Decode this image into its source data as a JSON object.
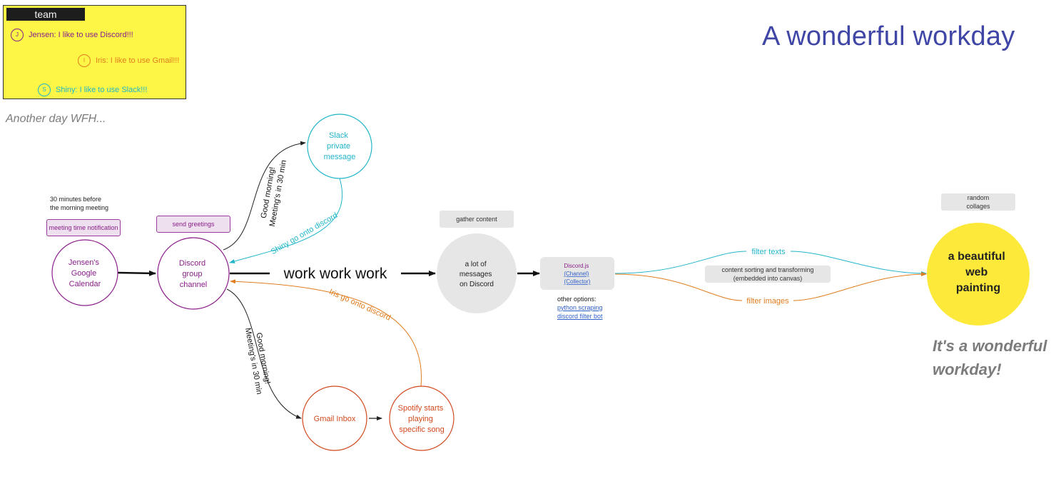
{
  "page": {
    "title": "A wonderful workday"
  },
  "legend": {
    "title": "team",
    "members": [
      {
        "initial": "J",
        "text": "Jensen: I like to use Discord!!!",
        "color": "#8a1f8a"
      },
      {
        "initial": "I",
        "text": "Iris: I like to use Gmail!!!",
        "color": "#e07d1f"
      },
      {
        "initial": "S",
        "text": "Shiny: I like to use Slack!!!",
        "color": "#21b5c9"
      }
    ]
  },
  "captions": {
    "another_day": "Another day WFH...",
    "wonderful_line1": "It's a wonderful",
    "wonderful_line2": "workday!"
  },
  "notes": {
    "before_meeting_line1": "30 minutes before",
    "before_meeting_line2": "the morning meeting",
    "meeting_notification": "meeting time notification",
    "send_greetings": "send greetings",
    "gather_content": "gather content",
    "random_collages_line1": "random",
    "random_collages_line2": "collages",
    "content_sorting_line1": "content sorting and transforming",
    "content_sorting_line2": "(embedded into canvas)",
    "other_options": "other options:",
    "python_scraping": "python scraping",
    "discord_filter_bot": "discord filter bot"
  },
  "nodes": {
    "calendar": [
      "Jensen's",
      "Google",
      "Calendar"
    ],
    "discord": [
      "Discord",
      "group",
      "channel"
    ],
    "slack": [
      "Slack",
      "private",
      "message"
    ],
    "gmail": [
      "Gmail Inbox"
    ],
    "spotify": [
      "Spotify starts",
      "playing",
      "specific song"
    ],
    "messages": [
      "a lot of",
      "messages",
      "on Discord"
    ],
    "discordjs": [
      "Discord.js",
      "(Channel)",
      "(Collector)"
    ],
    "painting": [
      "a beautiful",
      "web",
      "painting"
    ]
  },
  "edges": {
    "greeting_slack_line1": "Good morning!",
    "greeting_slack_line2": "Meeting's in 30 min",
    "greeting_gmail_line1": "Good morning!",
    "greeting_gmail_line2": "Meeting's in 30 min",
    "shiny_discord": "Shiny go onto discord",
    "iris_discord": "Iris go onto discord",
    "work": "work work work",
    "filter_texts": "filter texts",
    "filter_images": "filter images"
  },
  "colors": {
    "purple": "#8a1f8a",
    "cyan": "#21b5c9",
    "orange": "#e07d1f",
    "red_orange": "#d1491f",
    "yellow": "#fce93a",
    "heading_blue": "#3f46a6",
    "grey_fill": "#e6e6e6"
  }
}
